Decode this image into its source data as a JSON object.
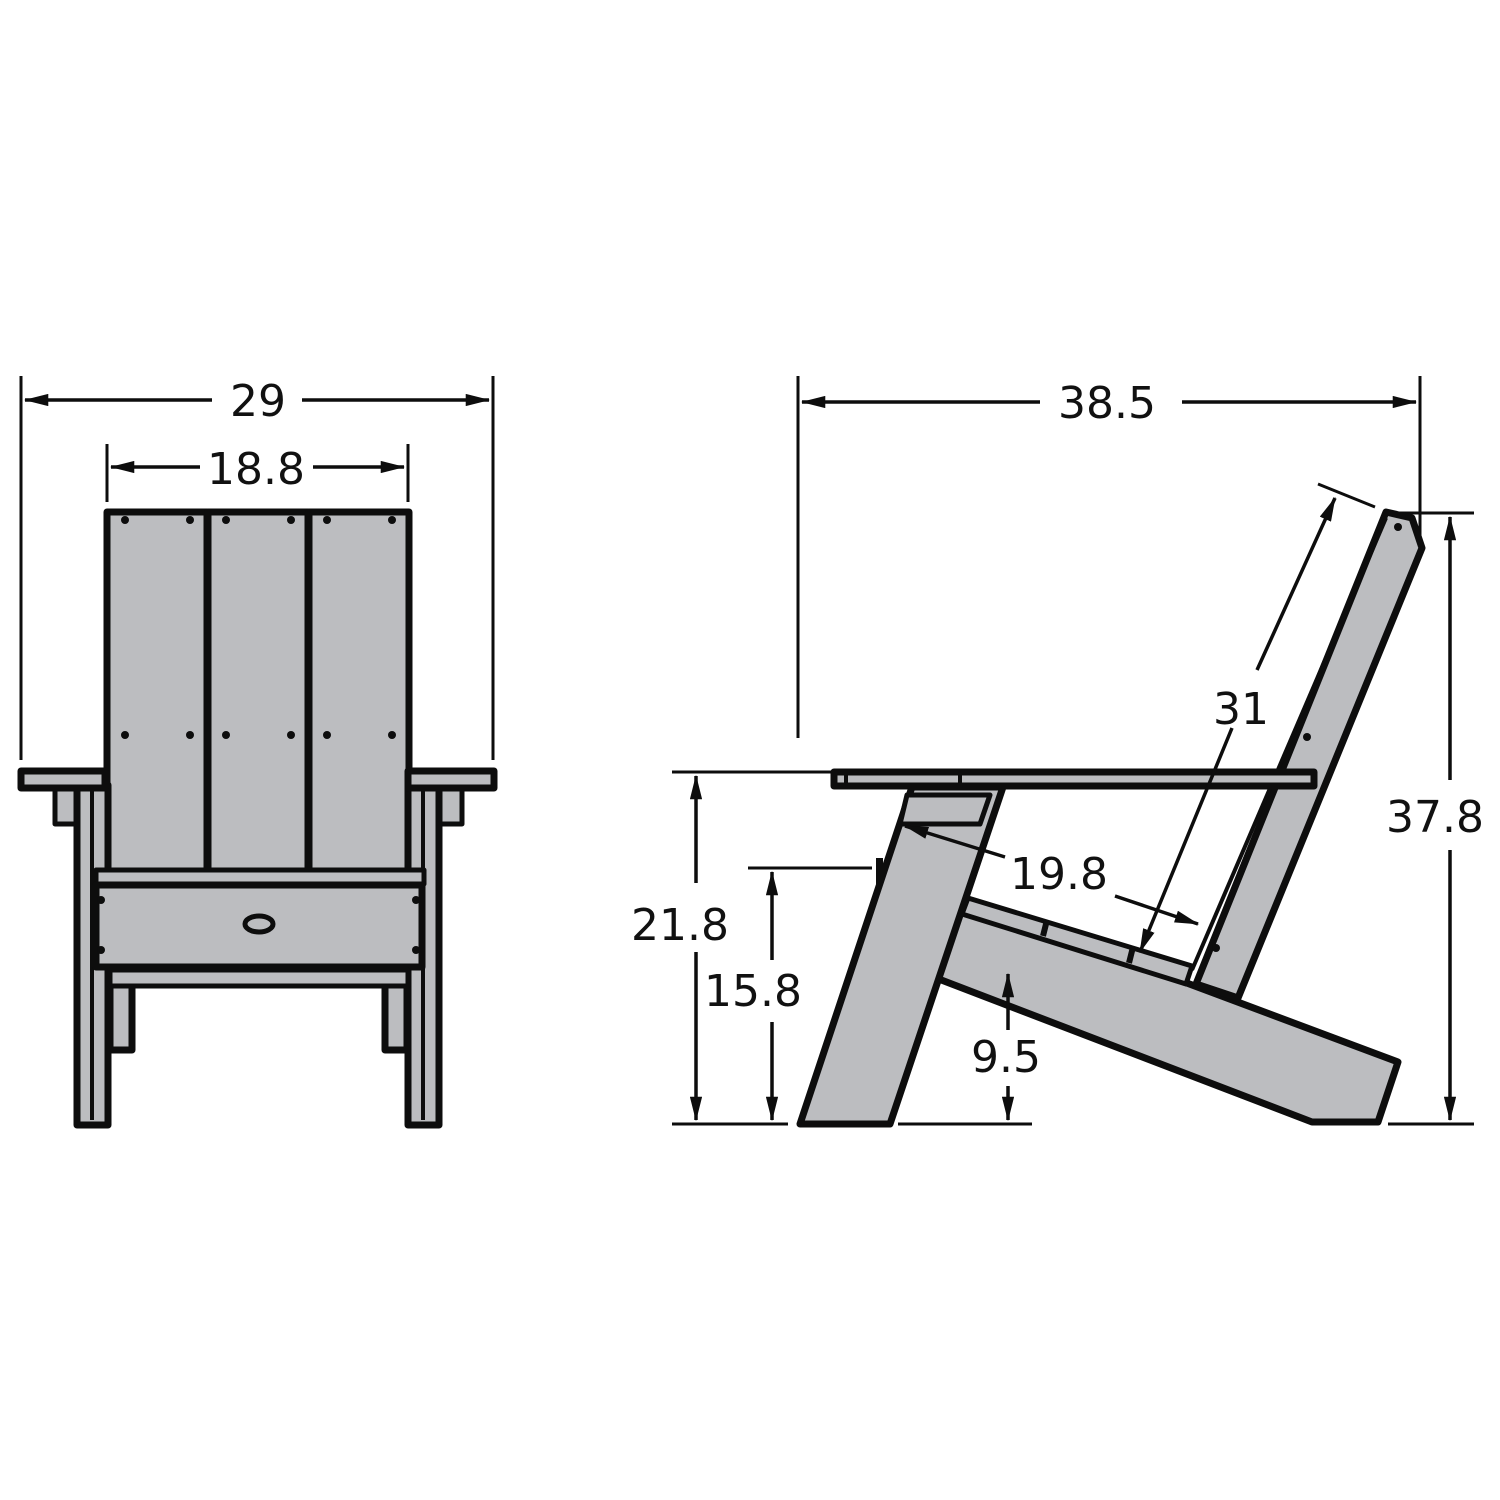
{
  "diagram": {
    "type": "dimension-drawing",
    "subject": "Adirondack chair",
    "colors": {
      "part_fill": "#bcbdc0",
      "outline": "#0d0d0d",
      "background": "#ffffff"
    },
    "front_view": {
      "label": "front-view",
      "dimensions": {
        "overall_width": "29",
        "back_width": "18.8"
      }
    },
    "side_view": {
      "label": "side-view",
      "dimensions": {
        "overall_depth": "38.5",
        "overall_height": "37.8",
        "back_height": "31",
        "arm_height": "21.8",
        "seat_front_height": "15.8",
        "seat_depth": "19.8",
        "seat_rear_height": "9.5"
      }
    }
  }
}
